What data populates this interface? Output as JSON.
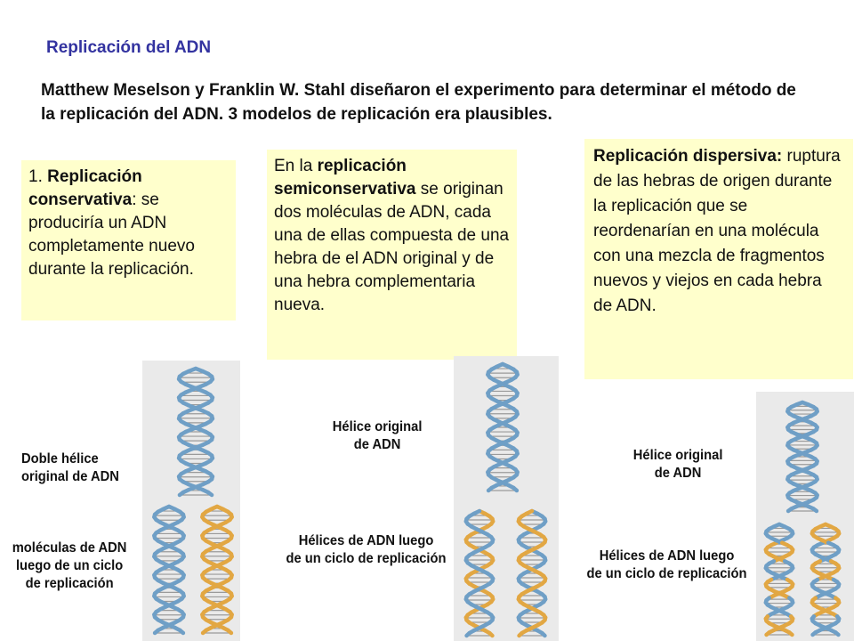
{
  "title": "Replicación del ADN",
  "intro": "Matthew Meselson y Franklin W. Stahl diseñaron el experimento para determinar el método de la replicación del ADN. 3 modelos de replicación era plausibles.",
  "conservative": {
    "prefix": "1. ",
    "term": "Replicación conservativa",
    "text": ": se produciría un ADN completamente nuevo durante la replicación."
  },
  "semiconservative": {
    "prefix": "En la ",
    "term": "replicación semiconservativa",
    "text": " se originan dos moléculas de ADN, cada una de ellas compuesta de una hebra de el ADN original y de una hebra complementaria nueva."
  },
  "dispersive": {
    "term": "Replicación dispersiva:",
    "text": " ruptura de las hebras de origen durante la replicación que se reordenarían en una molécula con una mezcla de fragmentos nuevos y viejos en cada hebra de ADN."
  },
  "captions": {
    "cons_original_1": "Doble hélice",
    "cons_original_2": "original de ADN",
    "cons_after_1": "moléculas de ADN",
    "cons_after_2": "luego de un ciclo",
    "cons_after_3": "de replicación",
    "semi_original_1": "Hélice original",
    "semi_original_2": "de ADN",
    "semi_after_1": "Hélices de ADN luego",
    "semi_after_2": "de un ciclo de replicación",
    "disp_original_1": "Hélice original",
    "disp_original_2": "de ADN",
    "disp_after_1": "Hélices de ADN luego",
    "disp_after_2": "de un ciclo de replicación"
  },
  "colors": {
    "title": "#3333a0",
    "box_background": "#ffffcc",
    "old_strand": "#6f9fc6",
    "new_strand": "#e2a743",
    "panel": "#eaeaea"
  }
}
